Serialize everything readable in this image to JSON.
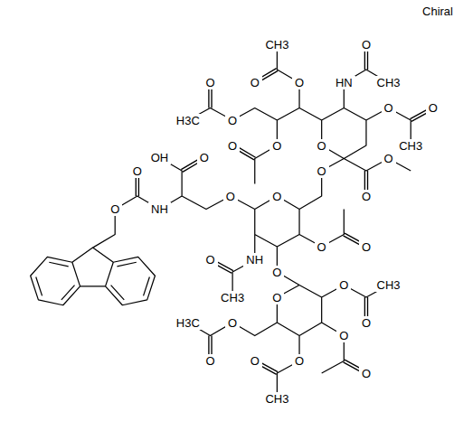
{
  "diagram": {
    "labels": [
      "Chiral",
      "O",
      "CH3",
      "O",
      "HN",
      "O",
      "CH3",
      "O",
      "H3C",
      "O",
      "O",
      "O",
      "CH3",
      "O",
      "O",
      "O",
      "O",
      "OH",
      "O",
      "O",
      "O",
      "O",
      "O",
      "O",
      "NH",
      "O",
      "O",
      "O",
      "NH",
      "O",
      "CH3",
      "O",
      "O",
      "O",
      "CH3",
      "O",
      "O",
      "H3C",
      "O",
      "O",
      "O",
      "O",
      "O",
      "CH3"
    ]
  }
}
